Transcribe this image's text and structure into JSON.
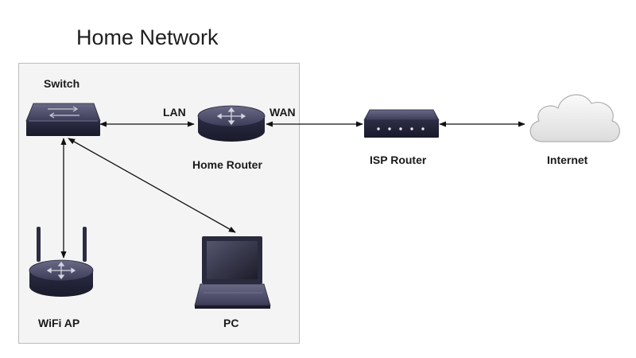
{
  "title": "Home Network",
  "nodes": {
    "switch": {
      "label": "Switch",
      "icon": "network-switch-icon"
    },
    "home_router": {
      "label": "Home Router",
      "icon": "router-icon"
    },
    "isp_router": {
      "label": "ISP Router",
      "icon": "modem-icon"
    },
    "internet": {
      "label": "Internet",
      "icon": "cloud-icon"
    },
    "wifi_ap": {
      "label": "WiFi AP",
      "icon": "wireless-access-point-icon"
    },
    "pc": {
      "label": "PC",
      "icon": "laptop-icon"
    }
  },
  "links": {
    "lan": "LAN",
    "wan": "WAN"
  },
  "connections": [
    {
      "from": "switch",
      "to": "home_router",
      "label": "LAN",
      "bidirectional": true
    },
    {
      "from": "home_router",
      "to": "isp_router",
      "label": "WAN",
      "bidirectional": true
    },
    {
      "from": "isp_router",
      "to": "internet",
      "bidirectional": true
    },
    {
      "from": "switch",
      "to": "wifi_ap",
      "bidirectional": true
    },
    {
      "from": "switch",
      "to": "pc",
      "bidirectional": true
    }
  ],
  "colors": {
    "group_box_fill": "#f4f4f4",
    "group_box_stroke": "#bdbdbd",
    "device_dark": "#2c2c44",
    "device_light": "#54546e",
    "cloud_fill": "#eeeeee",
    "cloud_stroke": "#b0b0b0",
    "line": "#111111"
  }
}
